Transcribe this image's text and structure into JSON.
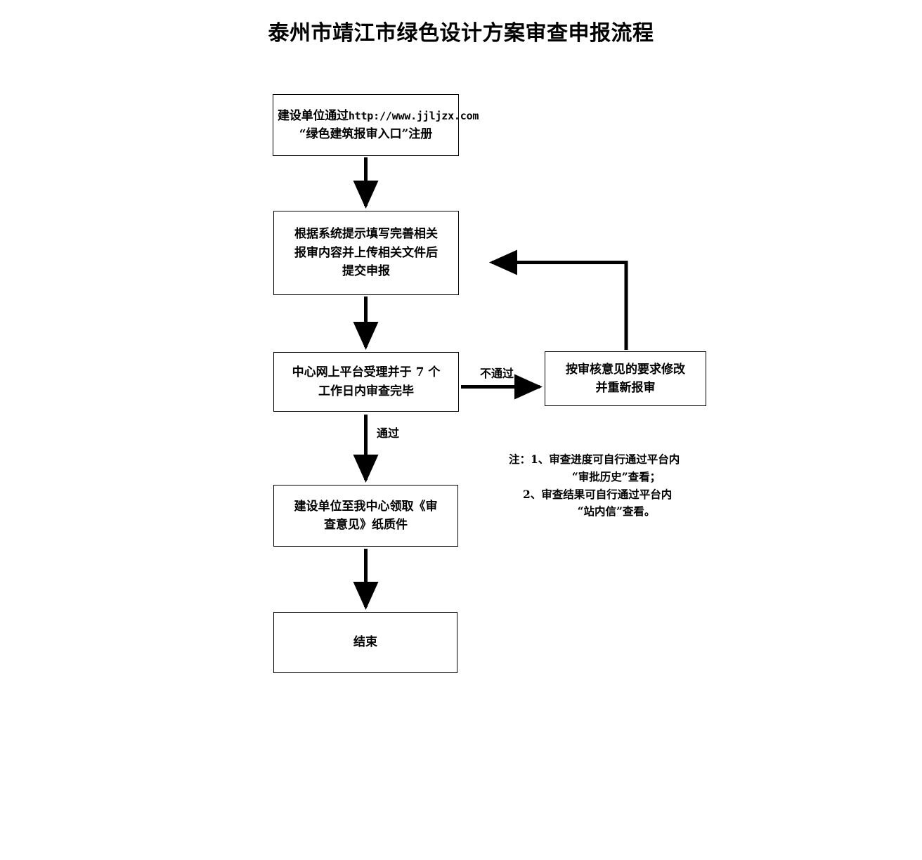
{
  "document": {
    "title": "泰州市靖江市绿色设计方案审查申报流程"
  },
  "flowchart": {
    "nodes": {
      "register": {
        "line1": "建设单位通过",
        "url": "http://www.jjljzx.com",
        "line2": "“绿色建筑报审入口”注册"
      },
      "fill": {
        "line1": "根据系统提示填写完善相关",
        "line2": "报审内容并上传相关文件后",
        "line3": "提交申报"
      },
      "review": {
        "line1": "中心网上平台受理并于 7 个",
        "line2": "工作日内审查完毕"
      },
      "revise": {
        "line1": "按审核意见的要求修改",
        "line2": "并重新报审"
      },
      "collect": {
        "line1": "建设单位至我中心领取《审",
        "line2": "查意见》纸质件"
      },
      "end": {
        "line1": "结束"
      }
    },
    "edges": {
      "fail_label": "不通过",
      "pass_label": "通过"
    }
  },
  "notes": {
    "line1": "注：1、审查进度可自行通过平台内",
    "line2": "“审批历史”查看；",
    "line3": "2、审查结果可自行通过平台内",
    "line4": "“站内信”查看。"
  },
  "colors": {
    "stroke": "#000000",
    "background": "#ffffff",
    "text": "#000000"
  }
}
